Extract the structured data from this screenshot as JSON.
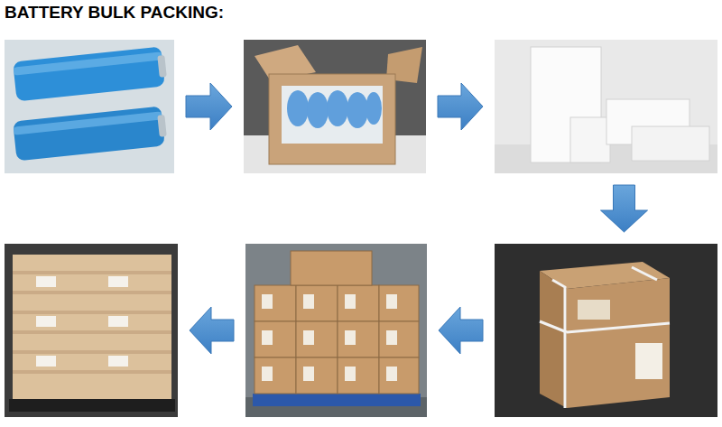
{
  "diagram": {
    "title": "BATTERY BULK PACKING:",
    "nodes": [
      {
        "text": []
      },
      {
        "text": []
      },
      {
        "text": []
      },
      {
        "text": []
      },
      {
        "text": []
      },
      {
        "text": []
      }
    ],
    "edges": [
      {
        "from": 0,
        "to": 1,
        "arrow": "to"
      },
      {
        "from": 1,
        "to": 2,
        "arrow": "to"
      },
      {
        "from": 2,
        "to": 3,
        "arrow": "to"
      },
      {
        "from": 3,
        "to": 4,
        "arrow": "to"
      },
      {
        "from": 4,
        "to": 5,
        "arrow": "to"
      }
    ]
  }
}
